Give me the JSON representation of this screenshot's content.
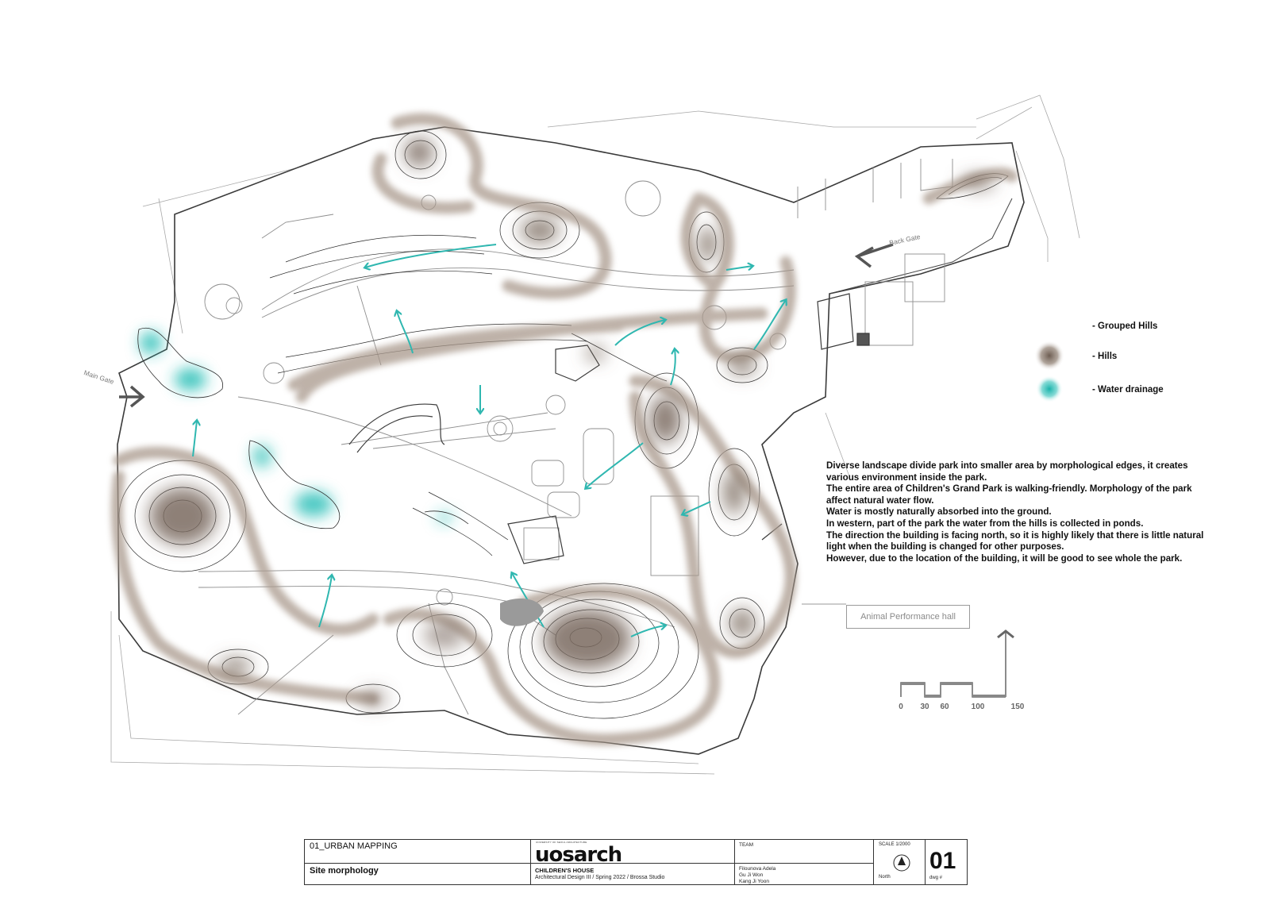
{
  "map": {
    "gate_labels": {
      "main_gate": "Main Gate",
      "back_gate": "Back Gate"
    },
    "colors": {
      "hills": "#7a6a5f",
      "grouped_hills": "#a9998c",
      "water_drainage": "#2fc0b8",
      "linework": "#2b2b2b",
      "light_linework": "#9d9d9d"
    },
    "icons": {
      "gate_arrow": "chevron-arrow-icon",
      "flow_arrow": "flow-arrow-icon",
      "north_arrow": "north-arrow-icon"
    }
  },
  "legend": {
    "items": [
      {
        "label": "- Grouped Hills",
        "symbol": "grouped-hills-swatch"
      },
      {
        "label": "- Hills",
        "symbol": "hills-swatch"
      },
      {
        "label": "- Water drainage",
        "symbol": "water-drainage-swatch"
      }
    ]
  },
  "notes": {
    "lines": [
      "Diverse landscape divide park into smaller area by morphological edges, it creates",
      "various environment inside the park.",
      "The entire area of Children's Grand Park is walking-friendly. Morphology of the park",
      "affect natural water flow.",
      "Water is mostly naturally absorbed into the ground.",
      "In western, part of the park the water from the hills is collected in ponds.",
      "The direction the building is facing north, so it is highly likely that there is little natural",
      "light when the building is changed for other purposes.",
      "However, due to the location of the building, it will be good to see whole the park."
    ]
  },
  "callout": {
    "label": "Animal Performance hall"
  },
  "scale_bar": {
    "ticks": [
      "0",
      "30",
      "60",
      "100",
      "150"
    ]
  },
  "title_block": {
    "section": "01_URBAN MAPPING",
    "sheet_title": "Site morphology",
    "logo_small": "UNIVERSITY OF SEOUL ARCHITECTURE",
    "logo": "uosarch",
    "project": "CHILDREN'S HOUSE",
    "course": "Architectural Design III / Spring 2022 / Brossa Studio",
    "team_heading": "TEAM",
    "team": [
      "Filounova Adela",
      "Gu Ji Won",
      "Kang Ji Yoon"
    ],
    "scale": "SCALE 1/2000",
    "north_label": "North",
    "dwg_number": "01",
    "dwg_label": "dwg #"
  }
}
